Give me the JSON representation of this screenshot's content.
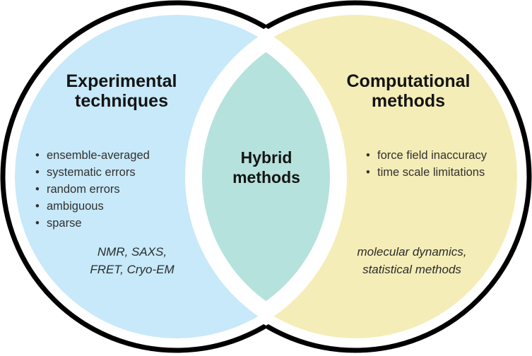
{
  "diagram": {
    "type": "venn",
    "title_semantic": "hybrid-methods-venn-diagram",
    "background_color": "#ffffff",
    "outline_color": "#000000",
    "left": {
      "label_line1": "Experimental",
      "label_line2": "techniques",
      "fill_color": "#c7e9fa",
      "bullets": [
        "ensemble-averaged",
        "systematic errors",
        "random errors",
        "ambiguous",
        "sparse"
      ],
      "bullet_marker": "•",
      "examples_line1": "NMR, SAXS,",
      "examples_line2": "FRET, Cryo-EM"
    },
    "center": {
      "label_line1": "Hybrid",
      "label_line2": "methods",
      "fill_color": "#b6e2dd"
    },
    "right": {
      "label_line1": "Computational",
      "label_line2": "methods",
      "fill_color": "#f4edb7",
      "bullets": [
        "force field inaccuracy",
        "time scale limitations"
      ],
      "bullet_marker": "•",
      "examples_line1": "molecular dynamics,",
      "examples_line2": "statistical methods"
    }
  }
}
